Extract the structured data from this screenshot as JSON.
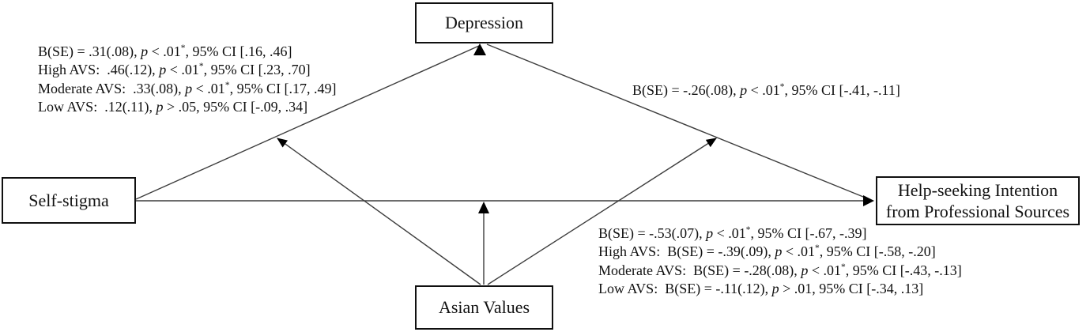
{
  "figure": {
    "background": "#ffffff",
    "line_color": "#3d3d3d",
    "arrow_color": "#000000",
    "box_border_color": "#101010",
    "text_color": "#111111"
  },
  "nodes": {
    "depression": {
      "label": "Depression"
    },
    "self_stigma": {
      "label": "Self-stigma"
    },
    "help_seeking": {
      "line1": "Help-seeking Intention",
      "line2": "from Professional Sources"
    },
    "asian_values": {
      "label": "Asian Values"
    }
  },
  "edges": [
    {
      "from": "Self-stigma",
      "to": "Depression",
      "kind": "direct-arrow"
    },
    {
      "from": "Depression",
      "to": "Help-seeking Intention from Professional Sources",
      "kind": "direct-arrow"
    },
    {
      "from": "Self-stigma",
      "to": "Help-seeking Intention from Professional Sources",
      "kind": "direct-arrow"
    },
    {
      "from": "Asian Values",
      "to": "path: Self-stigma to Depression",
      "kind": "moderation-arrow"
    },
    {
      "from": "Asian Values",
      "to": "path: Self-stigma to Help-seeking Intention",
      "kind": "moderation-arrow"
    },
    {
      "from": "Asian Values",
      "to": "path: Depression to Help-seeking Intention",
      "kind": "moderation-arrow"
    }
  ],
  "stats": {
    "a_path_lines": [
      [
        {
          "t": "B(SE) = .31(.08), "
        },
        {
          "t": "p",
          "i": 1
        },
        {
          "t": " < .01"
        },
        {
          "t": "*",
          "sup": 1
        },
        {
          "t": ", 95% CI [.16, .46]"
        }
      ],
      [
        {
          "t": "High AVS:  .46(.12), "
        },
        {
          "t": "p",
          "i": 1
        },
        {
          "t": " < .01"
        },
        {
          "t": "*",
          "sup": 1
        },
        {
          "t": ", 95% CI [.23, .70]"
        }
      ],
      [
        {
          "t": "Moderate AVS:  .33(.08), "
        },
        {
          "t": "p",
          "i": 1
        },
        {
          "t": " < .01"
        },
        {
          "t": "*",
          "sup": 1
        },
        {
          "t": ", 95% CI [.17, .49]"
        }
      ],
      [
        {
          "t": "Low AVS:  .12(.11), "
        },
        {
          "t": "p",
          "i": 1
        },
        {
          "t": " > .05, 95% CI [-.09, .34]"
        }
      ]
    ],
    "b_path_lines": [
      [
        {
          "t": "B(SE) = -.26(.08), "
        },
        {
          "t": "p",
          "i": 1
        },
        {
          "t": " < .01"
        },
        {
          "t": "*",
          "sup": 1
        },
        {
          "t": ", 95% CI [-.41, -.11]"
        }
      ]
    ],
    "c_path_lines": [
      [
        {
          "t": "B(SE) = -.53(.07), "
        },
        {
          "t": "p",
          "i": 1
        },
        {
          "t": " < .01"
        },
        {
          "t": "*",
          "sup": 1
        },
        {
          "t": ", 95% CI [-.67, -.39]"
        }
      ],
      [
        {
          "t": "High AVS:  B(SE) = -.39(.09), "
        },
        {
          "t": "p",
          "i": 1
        },
        {
          "t": " < .01"
        },
        {
          "t": "*",
          "sup": 1
        },
        {
          "t": ", 95% CI [-.58, -.20]"
        }
      ],
      [
        {
          "t": "Moderate AVS:  B(SE) = -.28(.08), "
        },
        {
          "t": "p",
          "i": 1
        },
        {
          "t": " < .01"
        },
        {
          "t": "*",
          "sup": 1
        },
        {
          "t": ", 95% CI [-.43, -.13]"
        }
      ],
      [
        {
          "t": "Low AVS:  B(SE) = -.11(.12), "
        },
        {
          "t": "p",
          "i": 1
        },
        {
          "t": " > .01, 95% CI [-.34, .13]"
        }
      ]
    ]
  }
}
